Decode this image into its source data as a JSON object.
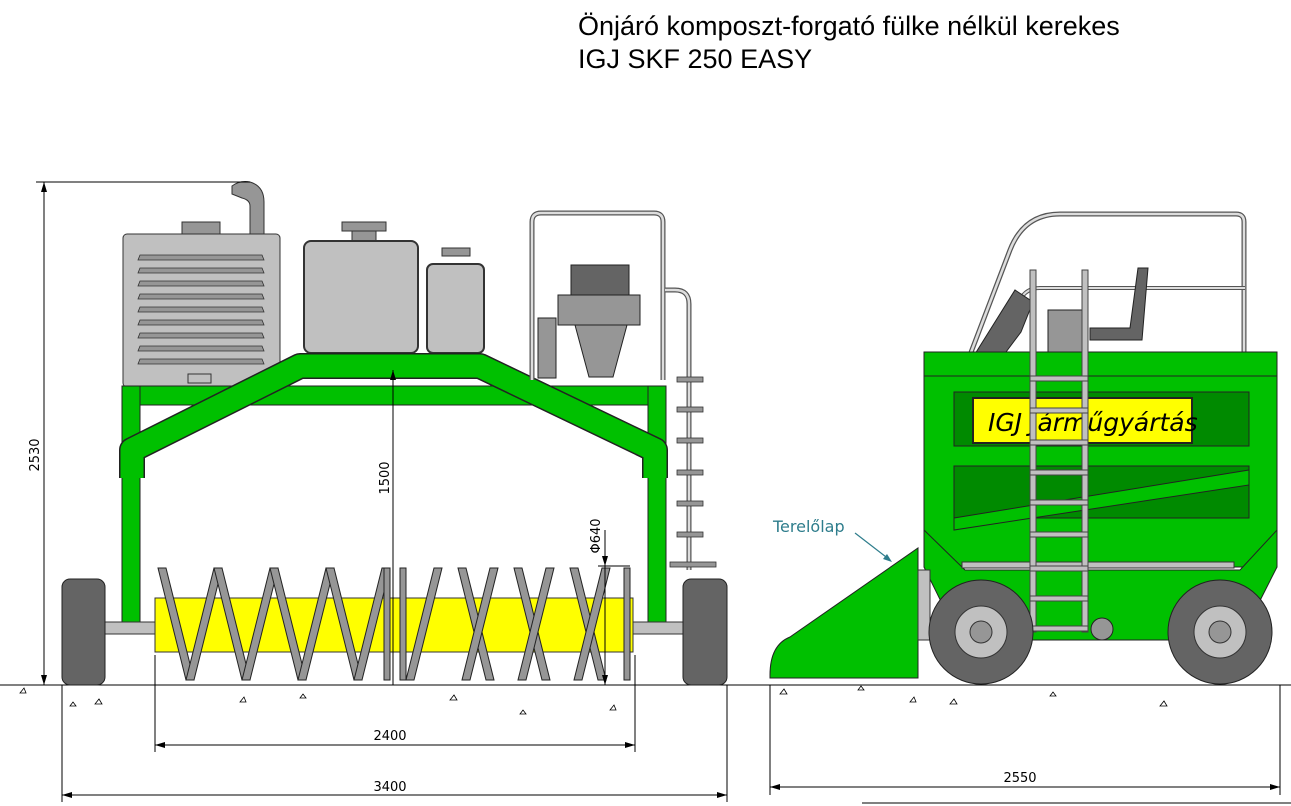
{
  "title": {
    "line1": "Önjáró komposzt-forgató  fülke nélkül kerekes",
    "line2": "IGJ SKF 250 EASY"
  },
  "dimensions": {
    "total_height": "2530",
    "clearance_height": "1500",
    "rotor_diameter": "Φ640",
    "rotor_width": "2400",
    "total_width": "3400",
    "length": "2550"
  },
  "labels": {
    "deflector": "Terelőlap",
    "sign": "IGJ Járműgyártás"
  },
  "colors": {
    "frame_green": "#00c000",
    "dark_green": "#008a00",
    "rotor_yellow": "#ffff00",
    "metal_grey": "#c0c0c0",
    "dark_grey": "#646464",
    "label_teal": "#2e7d8c"
  }
}
